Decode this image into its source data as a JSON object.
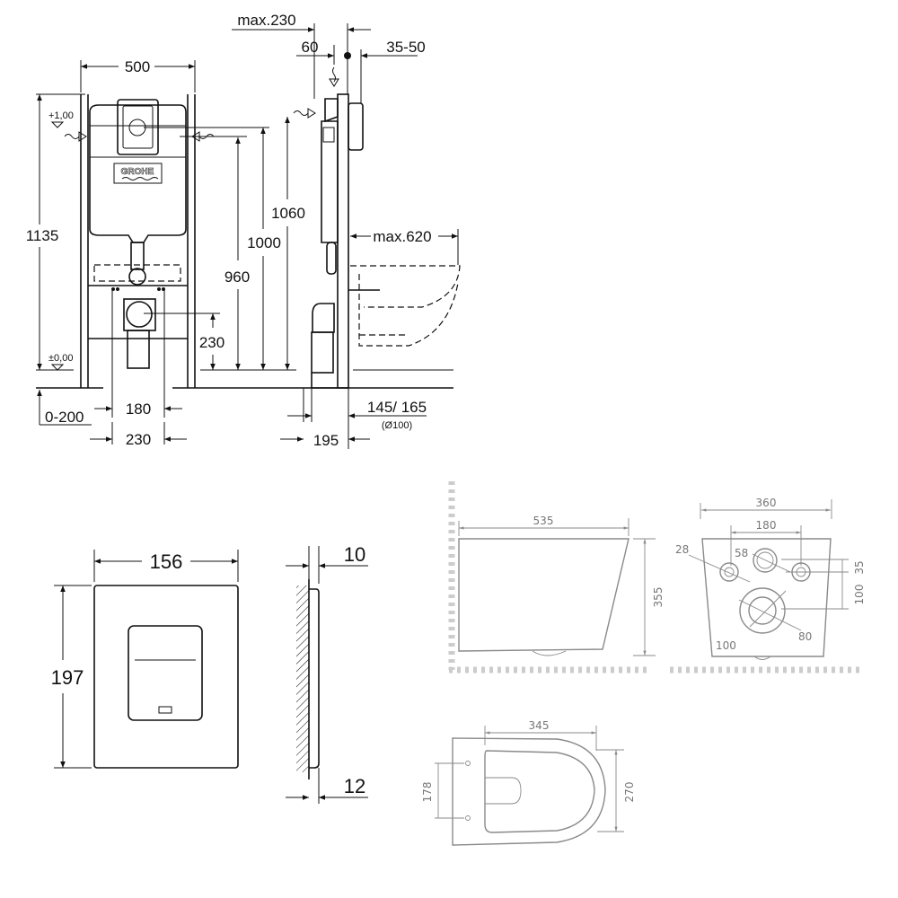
{
  "installation_frame": {
    "front_view": {
      "width": "500",
      "total_height": "1135",
      "level_top": "+1,00",
      "level_zero": "±0,00",
      "inlet_height_960": "960",
      "height_1000": "1000",
      "height_1060": "1060",
      "outlet_height": "230",
      "bolt_spacing": "180",
      "outlet_spacing": "230",
      "floor_adjust": "0-200",
      "brand_logo": "GROHE"
    },
    "side_view": {
      "max_depth": "max.230",
      "offset": "60",
      "plate_depth": "35-50",
      "bowl_max": "max.620",
      "outlet": "145/ 165",
      "outlet_diameter": "(Ø100)",
      "foot_depth": "195"
    }
  },
  "flush_plate": {
    "width": "156",
    "height": "197",
    "thickness_top": "10",
    "thickness_bottom": "12"
  },
  "toilet_bowl": {
    "side": {
      "length": "535",
      "height": "355"
    },
    "back": {
      "width": "360",
      "bolt_spacing": "180",
      "bolt_hole": "28",
      "water_inlet": "58",
      "vertical_35": "35",
      "vertical_100": "100",
      "outlet_outer": "100",
      "outlet_inner": "80"
    },
    "top": {
      "seat_width": "345",
      "depth": "270",
      "hinge_spacing": "178"
    }
  },
  "colors": {
    "line_dark": "#111111",
    "line_gray": "#8a8a8a"
  }
}
